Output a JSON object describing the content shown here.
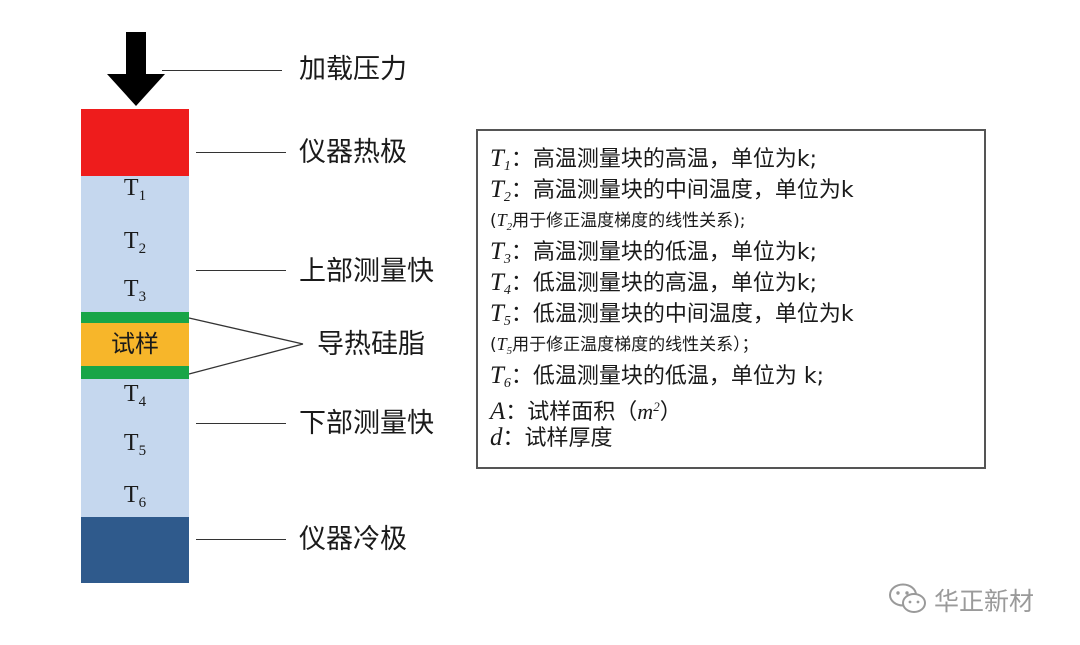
{
  "callouts": {
    "load": "加载压力",
    "hot": "仪器热极",
    "upper": "上部测量快",
    "grease": "导热硅脂",
    "lower": "下部测量快",
    "cold": "仪器冷极"
  },
  "stack": {
    "sample": "试样",
    "t1": "T",
    "s1": "1",
    "t2": "T",
    "s2": "2",
    "t3": "T",
    "s3": "3",
    "t4": "T",
    "s4": "4",
    "t5": "T",
    "s5": "5",
    "t6": "T",
    "s6": "6",
    "colors": {
      "hot": "#ee1c1c",
      "block": "#c5d7ee",
      "grease": "#18a548",
      "sample": "#f7b62a",
      "cold": "#2f5a8c",
      "arrow": "#000000"
    }
  },
  "legend": [
    {
      "sym": "T",
      "sub": "1",
      "text": "：高温测量块的高温，单位为k;"
    },
    {
      "sym": "T",
      "sub": "2",
      "text": "：高温测量块的中间温度，单位为k"
    },
    {
      "pre": "(",
      "sym": "T",
      "sub": "2",
      "text": "用于修正温度梯度的线性关系);"
    },
    {
      "sym": "T",
      "sub": "3",
      "text": "：高温测量块的低温，单位为k;"
    },
    {
      "sym": "T",
      "sub": "4",
      "text": "：低温测量块的高温，单位为k;"
    },
    {
      "sym": "T",
      "sub": "5",
      "text": "：低温测量块的中间温度，单位为k"
    },
    {
      "pre": "(",
      "sym": "T",
      "sub": "5",
      "text": "用于修正温度梯度的线性关系）；"
    },
    {
      "sym": "T",
      "sub": "6",
      "text": "：低温测量块的低温，单位为 k;"
    },
    {
      "sym": "A",
      "text": "：试样面积（",
      "unit": "m",
      "unit_sup": "2",
      "post": "）"
    },
    {
      "sym": "d",
      "text": "：试样厚度"
    }
  ],
  "watermark": {
    "icon": "wechat-icon",
    "text": "华正新材"
  }
}
